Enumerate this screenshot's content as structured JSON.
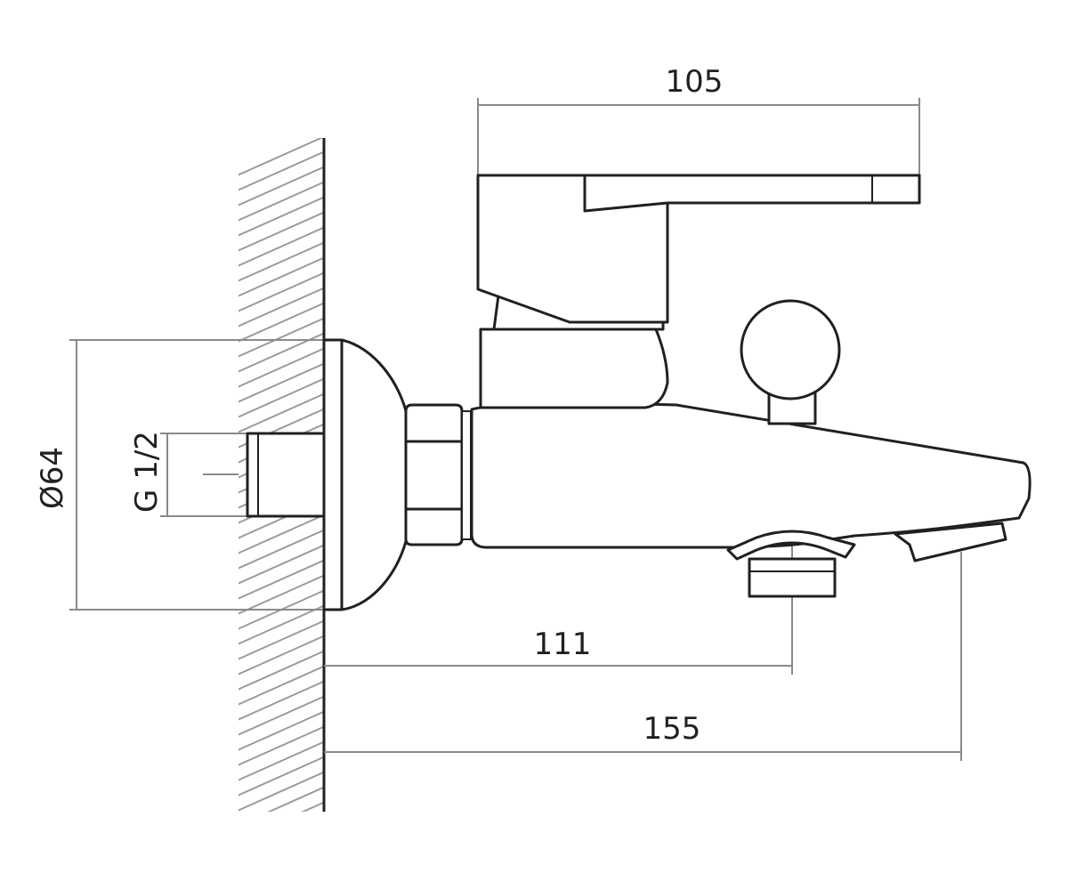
{
  "drawing": {
    "colors": {
      "outline": "#231f20",
      "dimension": "#8a8a8a",
      "hatch": "#9a9a9a",
      "background": "#ffffff"
    },
    "dimensions": {
      "handle_length": "105",
      "flange_diameter": "Ø64",
      "thread_size": "G 1/2",
      "outlet_distance": "111",
      "spout_distance": "155"
    }
  }
}
